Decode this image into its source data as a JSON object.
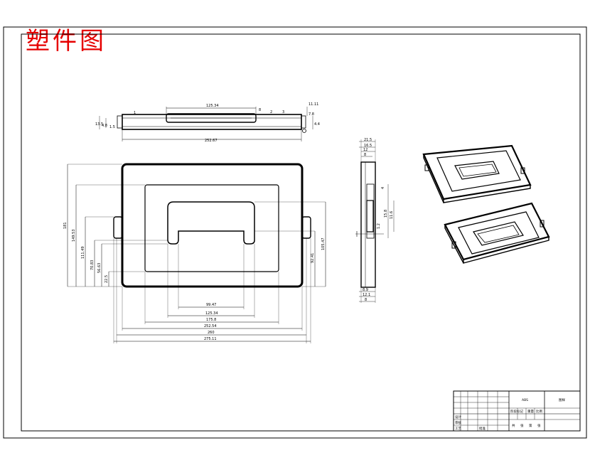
{
  "drawing": {
    "title": "塑件图",
    "title_color": "#e60000",
    "line_color": "#000000",
    "background": "#ffffff"
  },
  "top_view": {
    "dims": {
      "top_width": "125.34",
      "overall_width": "252.67",
      "side_left_a": "13.5",
      "side_left_b": "4.8",
      "side_left_c": "1.5",
      "side_right_a": "11.11",
      "side_right_b": "7.8",
      "side_right_c": "4.4",
      "label_1": "1",
      "label_2": "2",
      "label_3": "3",
      "label_8": "8"
    }
  },
  "front_view": {
    "dims": {
      "overall_height": "181",
      "inner_height": "149.53",
      "height_3": "111.49",
      "height_4": "70.83",
      "height_5": "56.63",
      "height_6": "22.5",
      "right_1": "105.47",
      "right_2": "92.41",
      "handle_width": "99.47",
      "width_1": "125.34",
      "width_2": "175.8",
      "width_3": "252.54",
      "width_4": "260",
      "width_5": "275.11"
    }
  },
  "side_view": {
    "dims": {
      "top_1": "21.5",
      "top_2": "16.5",
      "top_3": "12",
      "top_4": "8",
      "mid_1": "15.8",
      "mid_2": "11.6",
      "mid_3": "1.2",
      "mid_4": "4",
      "bottom_1": "8.9",
      "bottom_2": "12.1",
      "bottom_3": "8"
    }
  },
  "title_block": {
    "name_cell": "ABS",
    "code_cell": "图样",
    "row_labels": [
      "设计",
      "审核",
      "工艺",
      "批准"
    ],
    "stage_labels": [
      "阶段标记",
      "重量",
      "比例"
    ],
    "sheet_labels": [
      "共",
      "张",
      "第",
      "张"
    ]
  }
}
